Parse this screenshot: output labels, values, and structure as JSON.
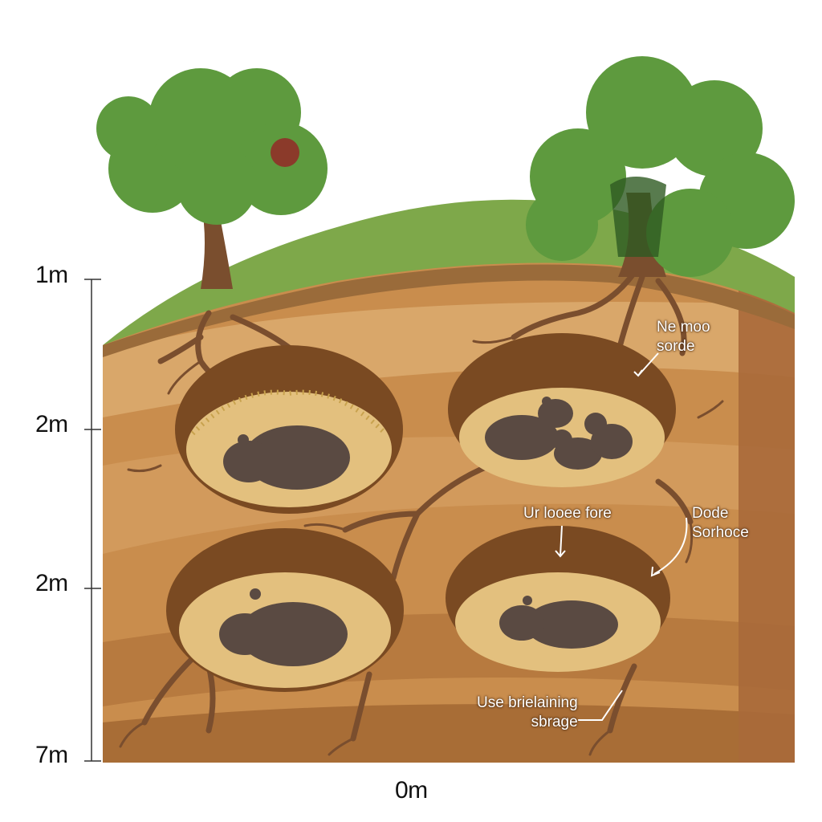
{
  "depth_scale": {
    "labels": [
      "1m",
      "2m",
      "2m",
      "7m"
    ],
    "bottom_label": "0m"
  },
  "annotations": [
    {
      "lines": [
        "Ne moo",
        "sorde"
      ]
    },
    {
      "lines": [
        "Ur looee fore"
      ]
    },
    {
      "lines": [
        "Dode",
        "Sorhoce"
      ]
    },
    {
      "lines": [
        "Use brielaining",
        "sbrage"
      ]
    }
  ],
  "colors": {
    "grass": "#7ea84a",
    "soil_light": "#d9a76a",
    "soil_mid": "#c98d4d",
    "soil_dark": "#b77a3f",
    "burrow_rim": "#7a4a22",
    "burrow_floor": "#e3c07e",
    "animal": "#5a4a42",
    "root": "#7a4e2e",
    "foliage": "#5e9a3e"
  },
  "burrows": [
    {
      "occupants": 1,
      "state": "sleeping"
    },
    {
      "occupants": 3,
      "state": "adult-with-young"
    },
    {
      "occupants": 1,
      "state": "sleeping"
    },
    {
      "occupants": 1,
      "state": "sleeping"
    }
  ]
}
